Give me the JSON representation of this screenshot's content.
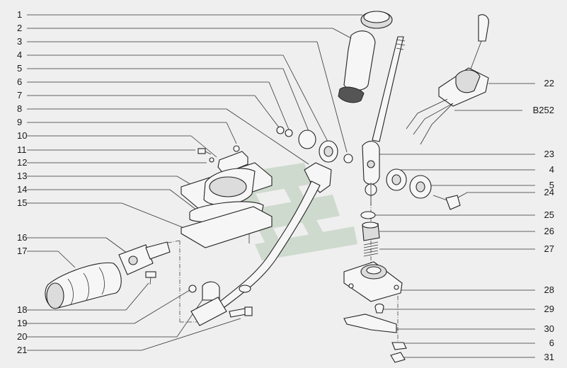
{
  "left_labels": [
    {
      "id": "l1",
      "text": "1"
    },
    {
      "id": "l2",
      "text": "2"
    },
    {
      "id": "l3",
      "text": "3"
    },
    {
      "id": "l4",
      "text": "4"
    },
    {
      "id": "l5",
      "text": "5"
    },
    {
      "id": "l6",
      "text": "6"
    },
    {
      "id": "l7",
      "text": "7"
    },
    {
      "id": "l8",
      "text": "8"
    },
    {
      "id": "l9",
      "text": "9"
    },
    {
      "id": "l10",
      "text": "10"
    },
    {
      "id": "l11",
      "text": "11"
    },
    {
      "id": "l12",
      "text": "12"
    },
    {
      "id": "l13",
      "text": "13"
    },
    {
      "id": "l14",
      "text": "14"
    },
    {
      "id": "l15",
      "text": "15"
    },
    {
      "id": "l16",
      "text": "16"
    },
    {
      "id": "l17",
      "text": "17"
    },
    {
      "id": "l18",
      "text": "18"
    },
    {
      "id": "l19",
      "text": "19"
    },
    {
      "id": "l20",
      "text": "20"
    },
    {
      "id": "l21",
      "text": "21"
    }
  ],
  "right_labels": [
    {
      "id": "r22",
      "text": "22"
    },
    {
      "id": "rB252",
      "text": "B252"
    },
    {
      "id": "r23",
      "text": "23"
    },
    {
      "id": "r4",
      "text": "4"
    },
    {
      "id": "r5",
      "text": "5"
    },
    {
      "id": "r24",
      "text": "24"
    },
    {
      "id": "r25",
      "text": "25"
    },
    {
      "id": "r26",
      "text": "26"
    },
    {
      "id": "r27",
      "text": "27"
    },
    {
      "id": "r28",
      "text": "28"
    },
    {
      "id": "r29",
      "text": "29"
    },
    {
      "id": "r30",
      "text": "30"
    },
    {
      "id": "r6",
      "text": "6"
    },
    {
      "id": "r31",
      "text": "31"
    }
  ],
  "colors": {
    "background": "#efefef",
    "line": "#222222",
    "watermark": "#c8d6c8"
  }
}
